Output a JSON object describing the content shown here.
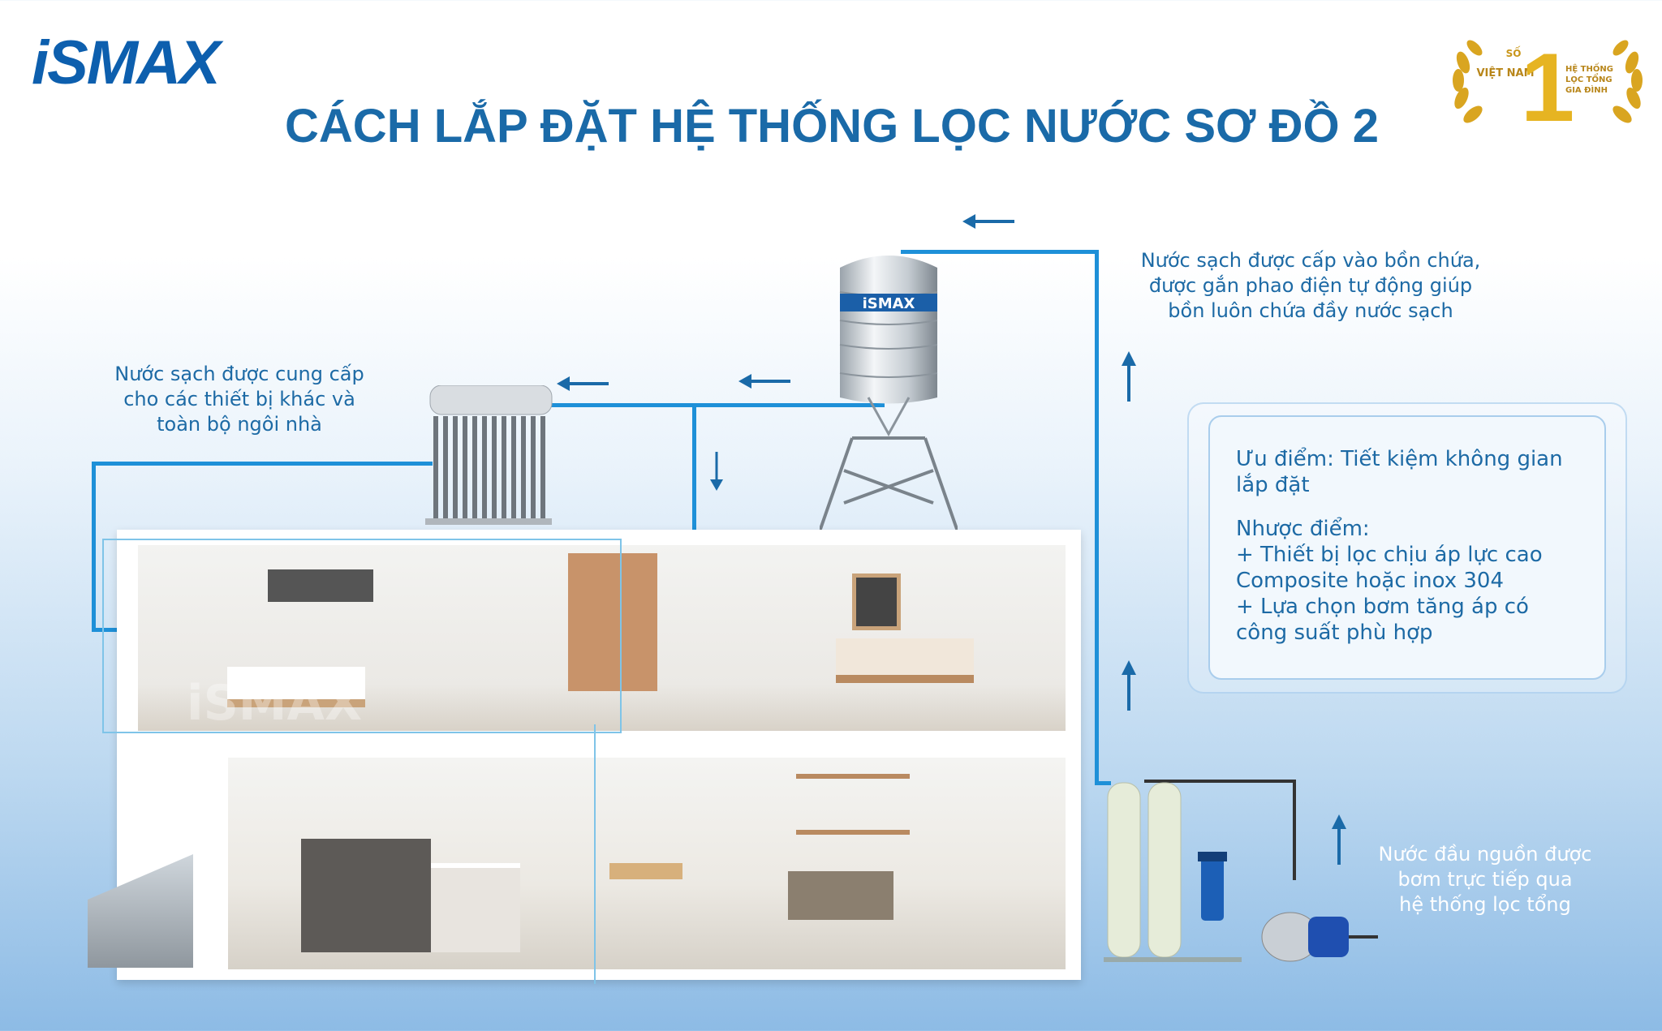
{
  "brand": {
    "logo": "iSMAX",
    "tank_logo": "iSMAX",
    "watermark": "iSMAX"
  },
  "title": "CÁCH LẮP ĐẶT HỆ THỐNG LỌC NƯỚC SƠ ĐỒ 2",
  "badge": {
    "line1": "SỐ",
    "line2": "VIỆT NAM",
    "number": "1",
    "line3": "HỆ THỐNG",
    "line4": "LỌC TỔNG",
    "line5": "GIA ĐÌNH"
  },
  "notes": {
    "tank": [
      "Nước sạch được cấp vào bồn chứa,",
      "được gắn phao điện tự động giúp",
      "bồn luôn chứa đầy nước sạch"
    ],
    "supply": [
      "Nước sạch được cung cấp",
      "cho các thiết bị khác và",
      "toàn bộ ngôi nhà"
    ],
    "source": [
      "Nước đầu nguồn được",
      "bơm trực tiếp qua",
      "hệ thống lọc tổng"
    ]
  },
  "info_box": {
    "pros": [
      "Ưu điểm:  Tiết kiệm không gian",
      "lắp đặt"
    ],
    "cons": [
      "Nhược điểm:",
      "+ Thiết bị lọc chịu áp lực cao",
      "Composite hoặc inox 304",
      "+ Lựa chọn bơm tăng áp có",
      "công suất phù hợp"
    ]
  },
  "colors": {
    "title": "#1a6aa8",
    "pipe": "#1e90d8",
    "arrow": "#1a6aa8",
    "gold": "#d4a017"
  }
}
